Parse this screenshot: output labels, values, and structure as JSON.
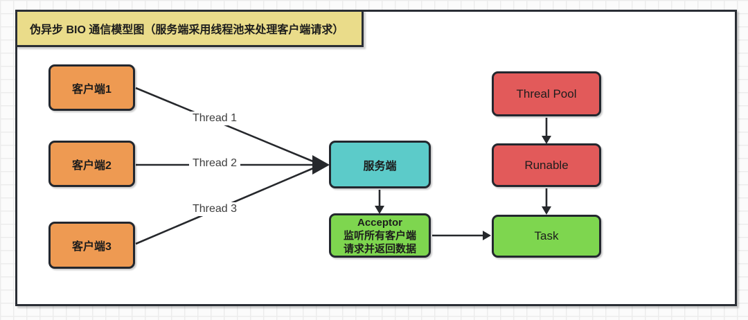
{
  "title": "伪异步 BIO 通信模型图（服务端采用线程池来处理客户端请求）",
  "nodes": {
    "client1": {
      "label": "客户端1",
      "fill": "#ee9a52"
    },
    "client2": {
      "label": "客户端2",
      "fill": "#ee9a52"
    },
    "client3": {
      "label": "客户端3",
      "fill": "#ee9a52"
    },
    "server": {
      "label": "服务端",
      "fill": "#5ccbc9"
    },
    "acceptor": {
      "line1": "Acceptor",
      "line2": "监听所有客户端",
      "line3": "请求并返回数据",
      "fill": "#7ed64f"
    },
    "thread_pool": {
      "label": "Threal Pool",
      "fill": "#e25a5a"
    },
    "runable": {
      "label": "Runable",
      "fill": "#e25a5a"
    },
    "task": {
      "label": "Task",
      "fill": "#7ed64f"
    }
  },
  "edge_labels": {
    "thread1": "Thread 1",
    "thread2": "Thread 2",
    "thread3": "Thread 3"
  },
  "colors": {
    "title_fill": "#eadc8a",
    "node_border": "#23272e",
    "arrow": "#26282c",
    "panel_bg": "#ffffff",
    "grid_line": "#ececec",
    "page_bg": "#fbfbfb"
  }
}
